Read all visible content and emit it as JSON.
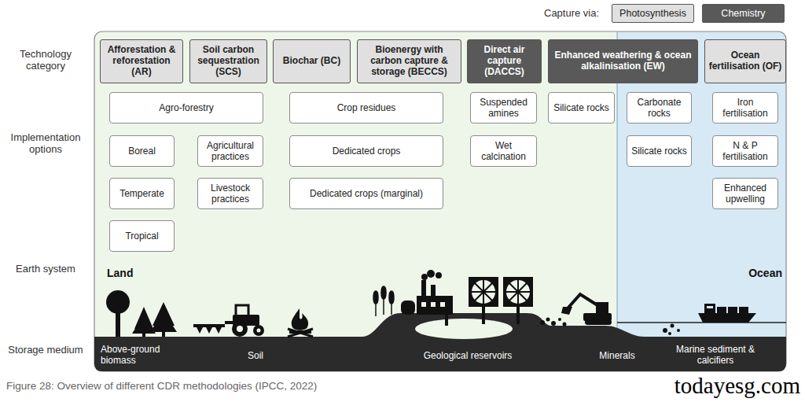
{
  "diagram": {
    "caption": "Figure 28: Overview of different CDR methodologies (IPCC, 2022)",
    "nodes": [
      {
        "text": [
          "Afforestation & reforestation (AR)"
        ]
      },
      {
        "text": [
          "Soil carbon sequestration (SCS)"
        ]
      },
      {
        "text": [
          "Biochar (BC)"
        ]
      },
      {
        "text": [
          "Bioenergy with carbon capture & storage (BECCS)"
        ]
      },
      {
        "text": [
          "Direct air capture (DACCS)"
        ]
      },
      {
        "text": [
          "Enhanced weathering & ocean alkalinisation (EW)"
        ]
      },
      {
        "text": [
          "Ocean fertilisation (OF)"
        ]
      },
      {
        "text": [
          "Agro-forestry"
        ]
      },
      {
        "text": [
          "Boreal"
        ]
      },
      {
        "text": [
          "Agricultural practices"
        ]
      },
      {
        "text": [
          "Temperate"
        ]
      },
      {
        "text": [
          "Livestock practices"
        ]
      },
      {
        "text": [
          "Tropical"
        ]
      },
      {
        "text": [
          "Crop residues"
        ]
      },
      {
        "text": [
          "Dedicated crops"
        ]
      },
      {
        "text": [
          "Dedicated crops (marginal)"
        ]
      },
      {
        "text": [
          "Suspended amines"
        ]
      },
      {
        "text": [
          "Wet calcination"
        ]
      },
      {
        "text": [
          "Silicate rocks"
        ]
      },
      {
        "text": [
          "Carbonate rocks"
        ]
      },
      {
        "text": [
          "Silicate rocks"
        ]
      },
      {
        "text": [
          "Iron fertilisation"
        ]
      },
      {
        "text": [
          "N & P fertilisation"
        ]
      },
      {
        "text": [
          "Enhanced upwelling"
        ]
      }
    ],
    "labels": [
      "Capture via:",
      "Technology category",
      "Implementation options",
      "Earth system",
      "Storage medium",
      "Land",
      "Ocean",
      "Above-ground biomass",
      "Soil",
      "Geological reservoirs",
      "Minerals",
      "Marine sediment & calcifiers",
      "todayesg.com"
    ],
    "legend": [
      {
        "text": "Photosynthesis",
        "color": "#e0e0e0"
      },
      {
        "text": "Chemistry",
        "color": "#595959"
      }
    ]
  }
}
